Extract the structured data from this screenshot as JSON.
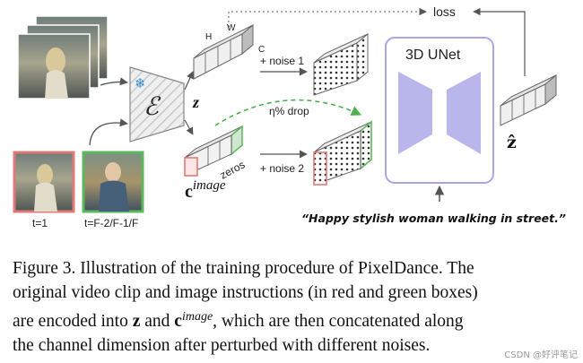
{
  "diagram": {
    "loss_label": "loss",
    "dim_w": "W",
    "dim_h": "H",
    "dim_c": "C",
    "encoder_label": "ℰ",
    "snowflake": "❄",
    "z_label": "z",
    "c_image_base": "c",
    "c_image_sup": "image",
    "noise1_label": "+ noise 1",
    "noise2_label": "+ noise 2",
    "drop_label": "η% drop",
    "zeros_label": "zeros",
    "unet_label": "3D UNet",
    "zhat_label": "ẑ",
    "prompt_text": "“Happy stylish woman walking in street.”",
    "frame_label_first": "t=1",
    "frame_label_last": "t=F-2/F-1/F",
    "colors": {
      "red_box": "#e07a7a",
      "green_box": "#5cb85c",
      "unet_border": "#a9a6e6",
      "unet_fill": "#b9b6ec",
      "arrow": "#555555"
    }
  },
  "caption": {
    "line1": "Figure 3. Illustration of the training procedure of PixelDance. The",
    "line2": "original video clip and image instructions (in red and green boxes)",
    "line3_pre": "are encoded into ",
    "line3_z": "z",
    "line3_and": " and ",
    "line3_c": "c",
    "line3_sup": "image",
    "line3_post": ", which are then concatenated along",
    "line4": "the channel dimension after perturbed with different noises."
  },
  "watermark": "CSDN @好评笔记"
}
